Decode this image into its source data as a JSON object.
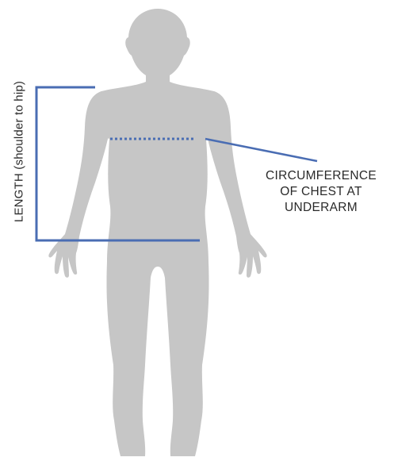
{
  "labels": {
    "length": "LENGTH  (shoulder to hip)",
    "chest_lines": [
      "CIRCUMFERENCE",
      "OF CHEST AT",
      "UNDERARM"
    ]
  },
  "colors": {
    "silhouette": "#c6c6c6",
    "measure_line": "#4a6db3",
    "text": "#2a2a2a"
  }
}
